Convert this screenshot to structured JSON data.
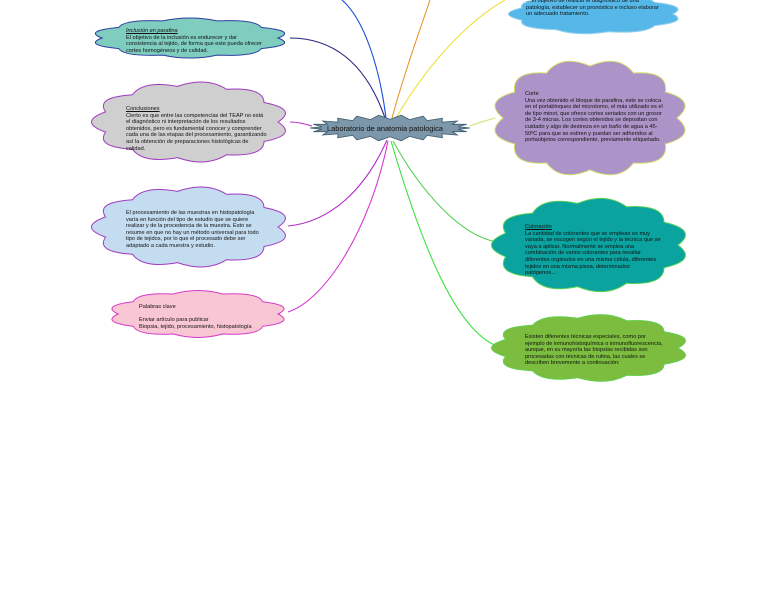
{
  "center": {
    "label": "Laboratorio de anatomia patologica"
  },
  "nodes": {
    "diagnostico": {
      "body": "…el objetivo de realizar el diagnóstico de una patología, establecer un pronóstico e incluso elaborar un adecuado tratamiento."
    },
    "inclusion": {
      "title": "Inclusión en parafina",
      "body": "El objetivo de la inclusión es endurecer y dar consistencia al tejido, de forma que este pueda ofrecer cortes homogéneos y de calidad."
    },
    "conclusiones": {
      "title": "Conclusiones",
      "body": "Cierto es que entre las competencias del TEAP no está el diagnóstico ni interpretación de los resultados obtenidos, pero es fundamental conocer y comprender cada una de las etapas del procesamiento, garantizando así la obtención de preparaciones histológicas de calidad."
    },
    "procesamiento": {
      "body": "El procesamiento de las muestras en histopatología varía en función del tipo de estudio que se quiere realizar y de la procedencia de la muestra. Esto se resume en que no hay un método universal para todo tipo de tejidos, por lo que el procesado debe ser adaptado a cada muestra y estudio."
    },
    "palabras": {
      "title": "Palabras clave",
      "line1": "Enviar artículo para publicar",
      "line2": "Biopsia, tejido, procesamiento, histopatología"
    },
    "corte": {
      "title": "Corte",
      "body": "Una vez obtenido el bloque de parafina, este se coloca en el portabloques del microtomo, el más utilizado es el de tipo minot, que ofrece cortes seriados con un grosor de 3-4 micras. Los cortes obtenidos se depositan con cuidado y algo de destreza en un baño de agua a 45-50ºC para que se estiren y puedan ser adheridos al portaobjetos correspondiente, previamente etiquetado."
    },
    "coloracion": {
      "title": "Coloración",
      "body": "La cantidad de colorantes que se emplean es muy variada, se escogen según el tejido y la técnica que se vaya a aplicar. Normalmente se emplea una combinación de varios colorantes para resaltar diferentes orgánulos en una misma célula, diferentes tejidos en una misma pieza, determinados patógenos…"
    },
    "tecnicas": {
      "body": "Existen diferentes técnicas especiales, como por ejemplo de inmunohistoquímica o inmunofluorescencia, aunque, en su mayoría las biopsias recibidas son procesadas con técnicas de rutina, las cuales se describen brevemente a continuación:"
    }
  },
  "colors": {
    "center_fill": "#7b97a9",
    "inclusion_fill": "#7fcdbf",
    "conclusiones_fill": "#cfcfcf",
    "procesamiento_fill": "#c4dcf0",
    "palabras_fill": "#f9c6d3",
    "diagnostico_fill": "#55b8e8",
    "corte_fill": "#ad94c8",
    "coloracion_fill": "#0aa3a0",
    "tecnicas_fill": "#7cbd3f"
  }
}
